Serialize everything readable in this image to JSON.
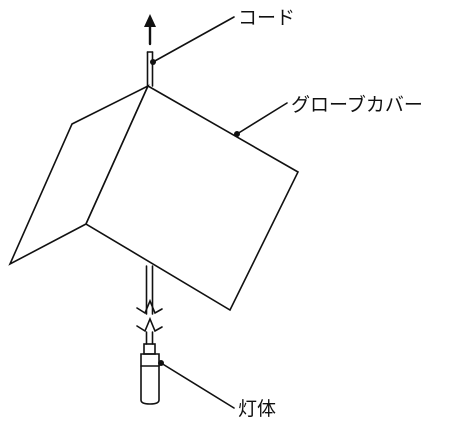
{
  "labels": {
    "cord": "コード",
    "globe_cover": "グローブカバー",
    "lamp_body": "灯体"
  },
  "colors": {
    "line": "#111111",
    "background": "#ffffff"
  },
  "icons": {
    "pull_direction": "up-arrow-icon"
  }
}
